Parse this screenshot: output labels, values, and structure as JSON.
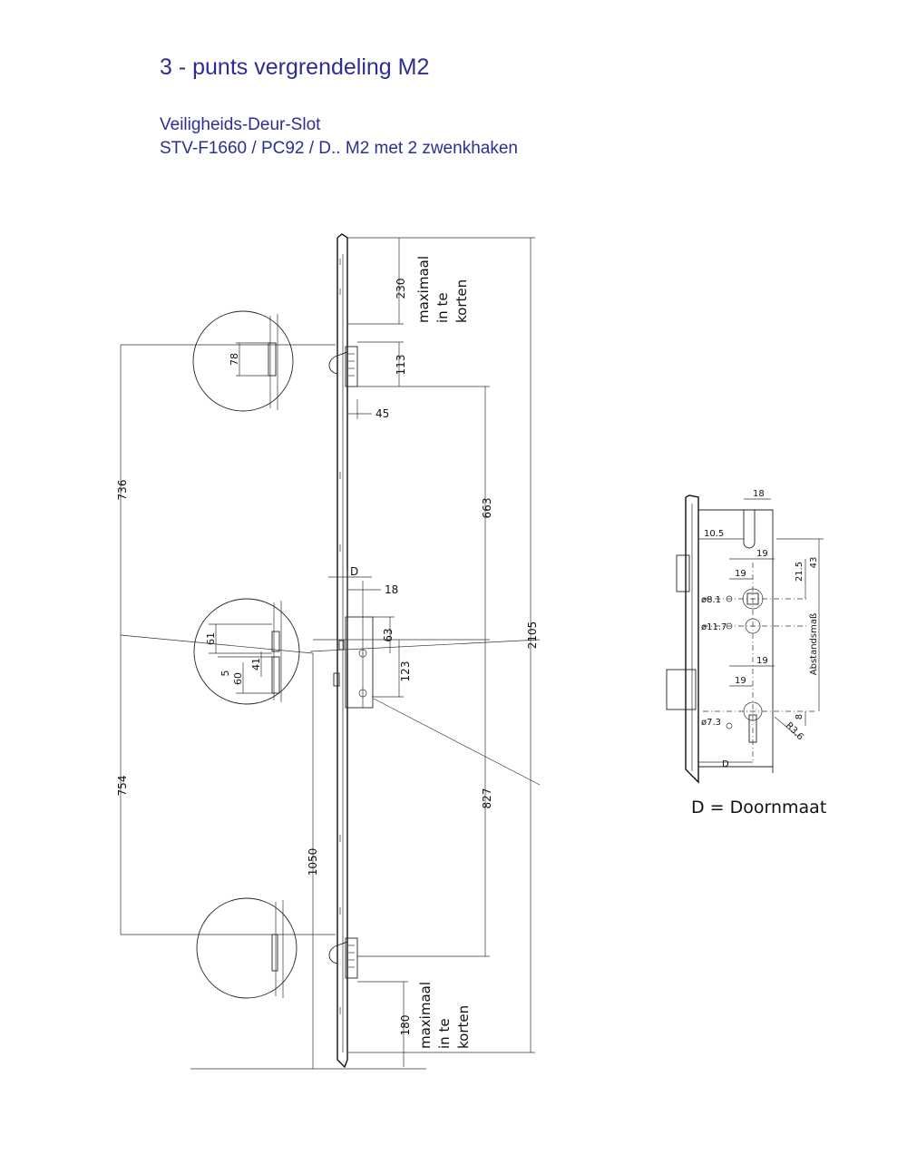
{
  "header": {
    "title": "3 - punts vergrendeling M2",
    "subtitle_line1": "Veiligheids-Deur-Slot",
    "subtitle_line2": "STV-F1660 / PC92 / D..  M2 met 2 zwenkhaken"
  },
  "colors": {
    "title": "#2b2f93",
    "lines": "#222222"
  },
  "main_drawing": {
    "dim_230": "230",
    "dim_113": "113",
    "dim_45": "45",
    "dim_663": "663",
    "dim_2105": "2105",
    "dim_D": "D",
    "dim_18": "18",
    "dim_63": "63",
    "dim_123": "123",
    "dim_827": "827",
    "dim_1050": "1050",
    "dim_180": "180",
    "dim_736": "736",
    "dim_754": "754",
    "note_top": [
      "maximaal",
      "in te",
      "korten"
    ],
    "note_bottom": [
      "maximaal",
      "in te",
      "korten"
    ]
  },
  "details": {
    "top_78": "78",
    "mid_61": "61",
    "mid_5": "5",
    "mid_60": "60",
    "mid_41": "41"
  },
  "lock_detail": {
    "d18": "18",
    "d10_5": "10.5",
    "d19a": "19",
    "d19b": "19",
    "d21_5": "21.5",
    "d43": "43",
    "dia8_1": "ø8.1",
    "dia11_7": "ø11.7",
    "abstandsmass": "Abstandsmaß",
    "d19c": "19",
    "d19d": "19",
    "d8": "8",
    "dia7_3": "ø7.3",
    "r3_6": "R3.6",
    "dD": "D"
  },
  "legend": {
    "doornmaat": "D = Doornmaat"
  }
}
